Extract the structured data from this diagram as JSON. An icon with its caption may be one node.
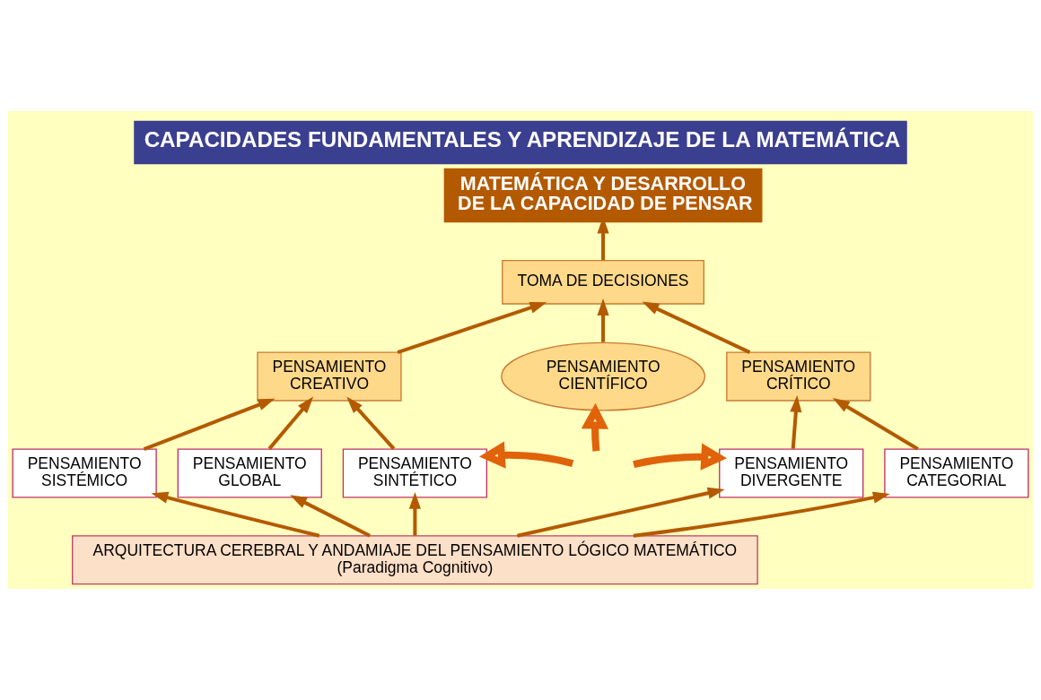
{
  "diagram": {
    "title": "CAPACIDADES FUNDAMENTALES Y APRENDIZAJE DE LA MATEMÁTICA",
    "nodes": [
      {
        "text": [
          "MATEMÁTICA Y DESARROLLO DE LA CAPACIDAD DE PENSAR"
        ]
      },
      {
        "text": [
          "TOMA DE DECISIONES"
        ]
      },
      {
        "text": [
          "PENSAMIENTO CREATIVO"
        ]
      },
      {
        "text": [
          "PENSAMIENTO CIENTÍFICO"
        ]
      },
      {
        "text": [
          "PENSAMIENTO CRÍTICO"
        ]
      },
      {
        "text": [
          "PENSAMIENTO SISTÉMICO"
        ]
      },
      {
        "text": [
          "PENSAMIENTO GLOBAL"
        ]
      },
      {
        "text": [
          "PENSAMIENTO SINTÉTICO"
        ]
      },
      {
        "text": [
          "PENSAMIENTO DIVERGENTE"
        ]
      },
      {
        "text": [
          "PENSAMIENTO CATEGORIAL"
        ]
      },
      {
        "text": [
          "ARQUITECTURA CEREBRAL Y ANDAMIAJE DEL PENSAMIENTO LÓGICO MATEMÁTICO",
          "(Paradigma Cognitivo)"
        ]
      }
    ],
    "edges": [
      {
        "from": 1,
        "to": 0,
        "arrow": "to"
      },
      {
        "from": 2,
        "to": 1,
        "arrow": "to"
      },
      {
        "from": 3,
        "to": 1,
        "arrow": "to"
      },
      {
        "from": 4,
        "to": 1,
        "arrow": "to"
      },
      {
        "from": 5,
        "to": 2,
        "arrow": "to"
      },
      {
        "from": 6,
        "to": 2,
        "arrow": "to"
      },
      {
        "from": 7,
        "to": 2,
        "arrow": "to"
      },
      {
        "from": 8,
        "to": 4,
        "arrow": "to"
      },
      {
        "from": 9,
        "to": 4,
        "arrow": "to"
      },
      {
        "from": 10,
        "to": 5,
        "arrow": "to"
      },
      {
        "from": 10,
        "to": 6,
        "arrow": "to"
      },
      {
        "from": 10,
        "to": 7,
        "arrow": "to"
      },
      {
        "from": 10,
        "to": 8,
        "arrow": "to"
      },
      {
        "from": 10,
        "to": 9,
        "arrow": "to"
      },
      {
        "from": null,
        "to": 3,
        "arrow": "to",
        "style": "thick",
        "color": "#e0620a"
      },
      {
        "from": null,
        "to": 7,
        "arrow": "to",
        "style": "thick",
        "color": "#e0620a"
      },
      {
        "from": null,
        "to": 8,
        "arrow": "to",
        "style": "thick",
        "color": "#e0620a"
      }
    ]
  }
}
